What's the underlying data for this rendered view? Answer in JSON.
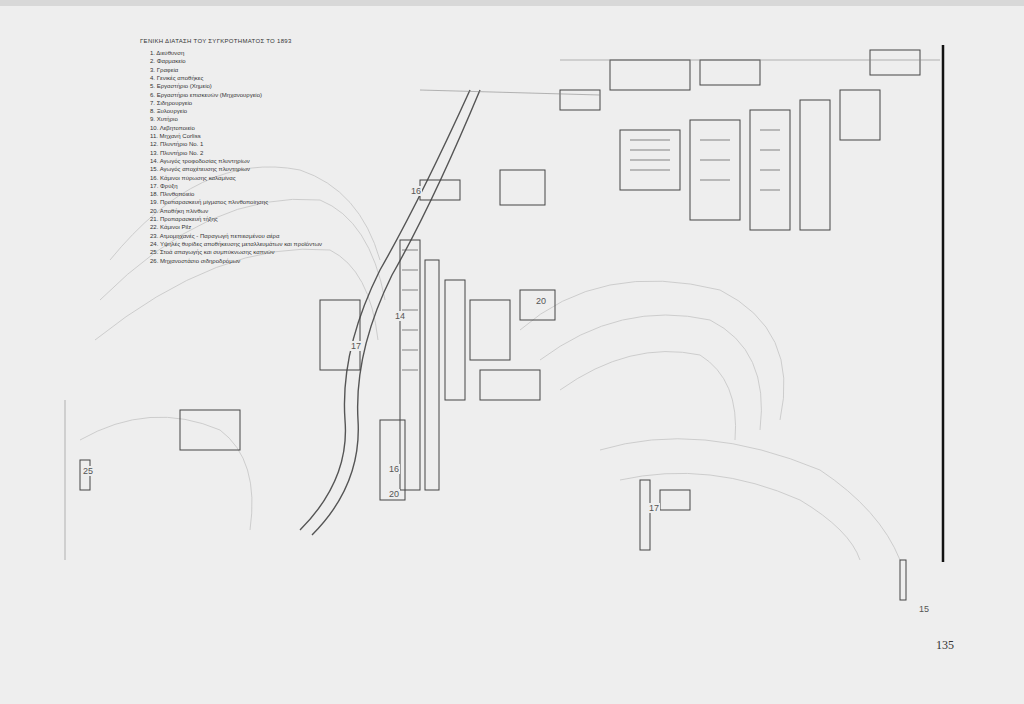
{
  "diagram": {
    "title": "ΓΕΝΙΚΗ ΔΙΑΤΑΣΗ ΤΟΥ ΣΥΓΚΡΟΤΗΜΑΤΟΣ ΤΟ 1893",
    "labels": [
      "1. Διεύθυνση",
      "2. Φαρμακείο",
      "3. Γραφεία",
      "4. Γενικές αποθήκες",
      "5. Εργαστήριο (Χημείο)",
      "6. Εργαστήριο επισκευών (Μηχανουργείο)",
      "7. Σιδηρουργείο",
      "8. Ξυλουργείο",
      "9. Χυτήριο",
      "10. Λεβητοποιείο",
      "11. Μηχανή Corliss",
      "12. Πλυντήριο No. 1",
      "13. Πλυντήριο No. 2",
      "14. Αγωγός τροφοδοσίας πλυντηρίων",
      "15. Αγωγός αποχέτευσης πλυντηρίων",
      "16. Κάμινοι πύρωσης καλαμίνας",
      "17. Φρύξη",
      "18. Πλινθοποιείο",
      "19. Προπαρασκευή μίγματος πλινθοποίησης",
      "20. Αποθήκη πλίνθων",
      "21. Προπαρασκευή τήξης",
      "22. Κάμινοι Pilz",
      "23. Ατμομηχανές - Παραγωγή πεπιεσμένου αέρα",
      "24. Υψηλές θυρίδες αποθήκευσης μεταλλευμάτων και προϊόντων",
      "25. Στοά απαγωγής και συμπύκνωσης καπνών",
      "26. Μηχανοστάσιο σιδηροδρόμων",
      "16",
      "20",
      "14",
      "17",
      "16",
      "20",
      "17",
      "15",
      "25",
      "135"
    ]
  }
}
